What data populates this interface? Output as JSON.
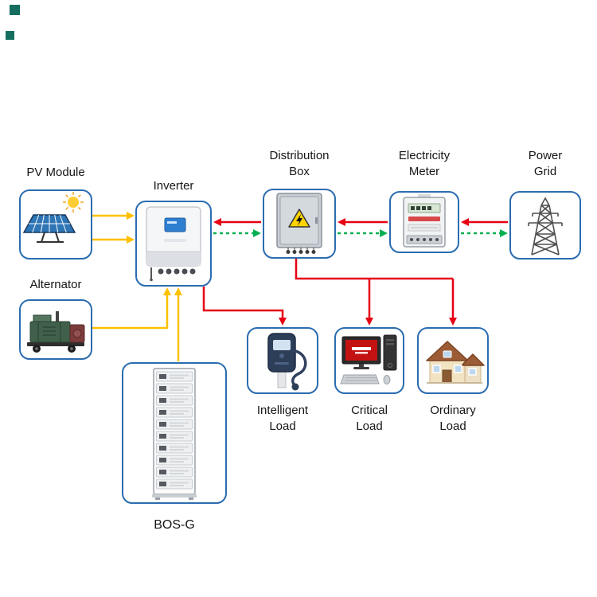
{
  "diagram": {
    "nodes": {
      "pv_module": {
        "label": "PV Module"
      },
      "alternator": {
        "label": "Alternator"
      },
      "inverter": {
        "label": "Inverter"
      },
      "distribution_box": {
        "label": "Distribution\nBox"
      },
      "electricity_meter": {
        "label": "Electricity\nMeter"
      },
      "power_grid": {
        "label": "Power\nGrid"
      },
      "bos_g": {
        "label": "BOS-G"
      },
      "intelligent_load": {
        "label": "Intelligent\nLoad"
      },
      "critical_load": {
        "label": "Critical\nLoad"
      },
      "ordinary_load": {
        "label": "Ordinary\nLoad"
      }
    },
    "colors": {
      "node_border": "#2b6cb0",
      "dc_flow_yellow": "#ffc000",
      "grid_flow_red": "#e60012",
      "export_flow_green": "#00b050",
      "watermark_square": "#166e60"
    },
    "flows": [
      {
        "from": "PV Module",
        "to": "Inverter",
        "color": "#ffc000",
        "style": "solid"
      },
      {
        "from": "Alternator",
        "to": "Inverter",
        "color": "#ffc000",
        "style": "solid"
      },
      {
        "from": "BOS-G",
        "to": "Inverter",
        "color": "#ffc000",
        "style": "solid"
      },
      {
        "from": "Power Grid",
        "to": "Electricity Meter",
        "color": "#e60012",
        "style": "solid"
      },
      {
        "from": "Electricity Meter",
        "to": "Distribution Box",
        "color": "#e60012",
        "style": "solid"
      },
      {
        "from": "Distribution Box",
        "to": "Inverter",
        "color": "#e60012",
        "style": "solid"
      },
      {
        "from": "Inverter",
        "to": "Distribution Box",
        "color": "#00b050",
        "style": "dashed"
      },
      {
        "from": "Distribution Box",
        "to": "Electricity Meter",
        "color": "#00b050",
        "style": "dashed"
      },
      {
        "from": "Electricity Meter",
        "to": "Power Grid",
        "color": "#00b050",
        "style": "dashed"
      },
      {
        "from": "Inverter",
        "to": "Intelligent Load",
        "color": "#e60012",
        "style": "solid"
      },
      {
        "from": "Distribution Box",
        "to": "Critical Load",
        "color": "#e60012",
        "style": "solid"
      },
      {
        "from": "Distribution Box",
        "to": "Ordinary Load",
        "color": "#e60012",
        "style": "solid"
      }
    ]
  }
}
